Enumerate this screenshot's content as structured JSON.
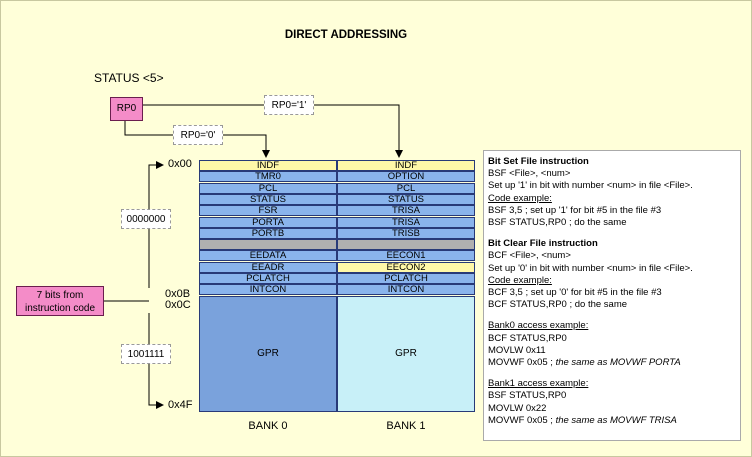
{
  "title": "DIRECT ADDRESSING",
  "status_label": "STATUS <5>",
  "rp0_label": "RP0",
  "rp0_one_label": "RP0='1'",
  "rp0_zero_label": "RP0='0'",
  "instr_bits_label": "7 bits from instruction code",
  "upper_bits_label": "0000000",
  "lower_bits_label": "1001111",
  "addresses": {
    "a00": "0x00",
    "a0b": "0x0B",
    "a0c": "0x0C",
    "a4f": "0x4F"
  },
  "bank0": {
    "label": "BANK 0",
    "registers": [
      {
        "name": "INDF",
        "color": "yellow"
      },
      {
        "name": "TMR0",
        "color": "blue"
      },
      {
        "name": "PCL",
        "color": "blue"
      },
      {
        "name": "STATUS",
        "color": "blue"
      },
      {
        "name": "FSR",
        "color": "blue"
      },
      {
        "name": "PORTA",
        "color": "blue"
      },
      {
        "name": "PORTB",
        "color": "blue"
      },
      {
        "name": "",
        "color": "gray"
      },
      {
        "name": "EEDATA",
        "color": "blue"
      },
      {
        "name": "EEADR",
        "color": "blue"
      },
      {
        "name": "PCLATCH",
        "color": "blue"
      },
      {
        "name": "INTCON",
        "color": "blue"
      }
    ],
    "gpr_label": "GPR",
    "gpr_color": "#7aa2dc"
  },
  "bank1": {
    "label": "BANK 1",
    "registers": [
      {
        "name": "INDF",
        "color": "yellow"
      },
      {
        "name": "OPTION",
        "color": "blue"
      },
      {
        "name": "PCL",
        "color": "blue"
      },
      {
        "name": "STATUS",
        "color": "blue"
      },
      {
        "name": "TRISA",
        "color": "blue"
      },
      {
        "name": "TRISA",
        "color": "blue"
      },
      {
        "name": "TRISB",
        "color": "blue"
      },
      {
        "name": "",
        "color": "gray"
      },
      {
        "name": "EECON1",
        "color": "blue"
      },
      {
        "name": "EECON2",
        "color": "yellow"
      },
      {
        "name": "PCLATCH",
        "color": "blue"
      },
      {
        "name": "INTCON",
        "color": "blue"
      }
    ],
    "gpr_label": "GPR",
    "gpr_color": "#c8f0f8"
  },
  "info": {
    "bsf_title": "Bit Set File instruction",
    "bsf_syntax": "BSF <File>, <num>",
    "bsf_desc": "Set up '1' in bit with number <num> in file <File>.",
    "bsf_example_title": "Code example:",
    "bsf_example_1": "BSF 3,5 ; set up '1' for bit #5 in the file #3",
    "bsf_example_2": "BSF STATUS,RP0 ; do the same",
    "bcf_title": "Bit Clear File instruction",
    "bcf_syntax": "BCF <File>, <num>",
    "bcf_desc": "Set up '0' in bit with number <num> in file <File>.",
    "bcf_example_title": "Code example:",
    "bcf_example_1": "BCF 3,5 ; set up '0' for bit #5 in the file #3",
    "bcf_example_2": "BCF STATUS,RP0 ; do the same",
    "bank0_title": "Bank0 access example:",
    "bank0_1": "BCF STATUS,RP0",
    "bank0_2": "MOVLW 0x11",
    "bank0_3_code": "MOVWF 0x05 ; ",
    "bank0_3_comment": "the same as MOVWF PORTA",
    "bank1_title": "Bank1 access example:",
    "bank1_1": "BSF STATUS,RP0",
    "bank1_2": "MOVLW 0x22",
    "bank1_3_code": "MOVWF 0x05 ; ",
    "bank1_3_comment": "the same as MOVWF TRISA"
  },
  "colors": {
    "pink": "#f48cc8",
    "register_blue": "#8ab4ec",
    "register_yellow": "#fff8a8",
    "background": "#ffffd9"
  }
}
